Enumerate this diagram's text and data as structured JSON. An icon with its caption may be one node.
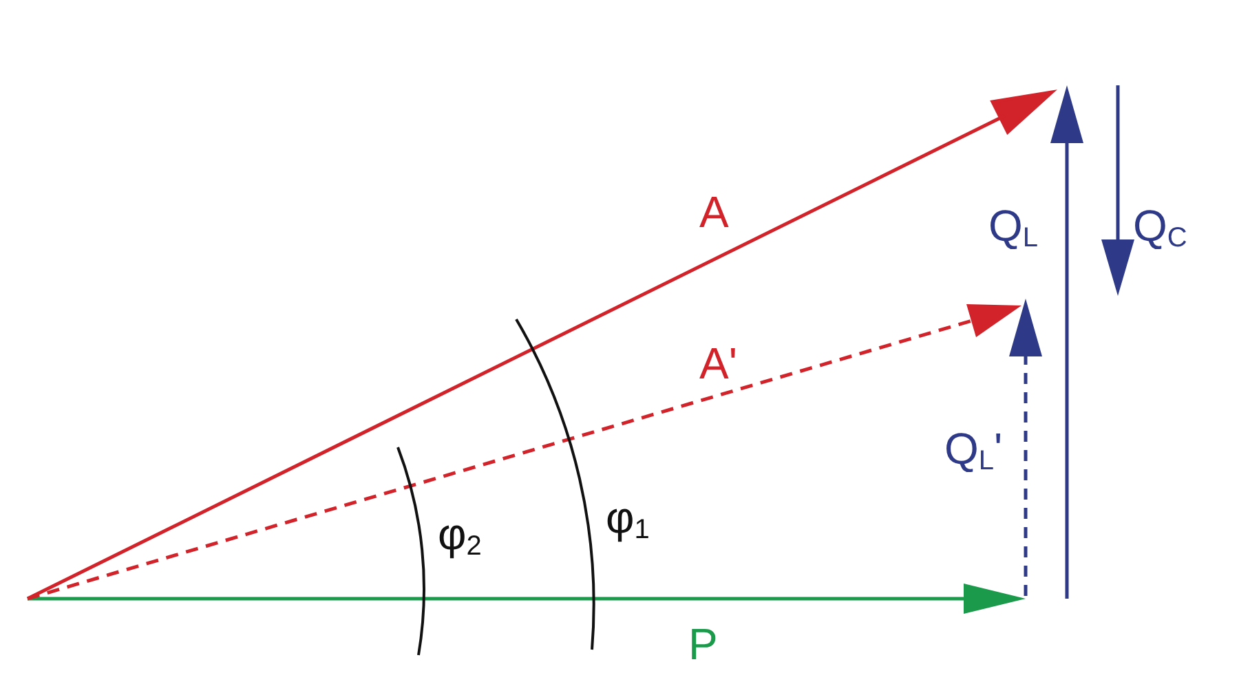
{
  "diagram": {
    "labels": [
      "A",
      "Q$_{L}$",
      "Q$_{C}$",
      "A'",
      "Q$_{L}$'",
      "φ$_{2}$",
      "φ$_{1}$",
      "P"
    ]
  }
}
